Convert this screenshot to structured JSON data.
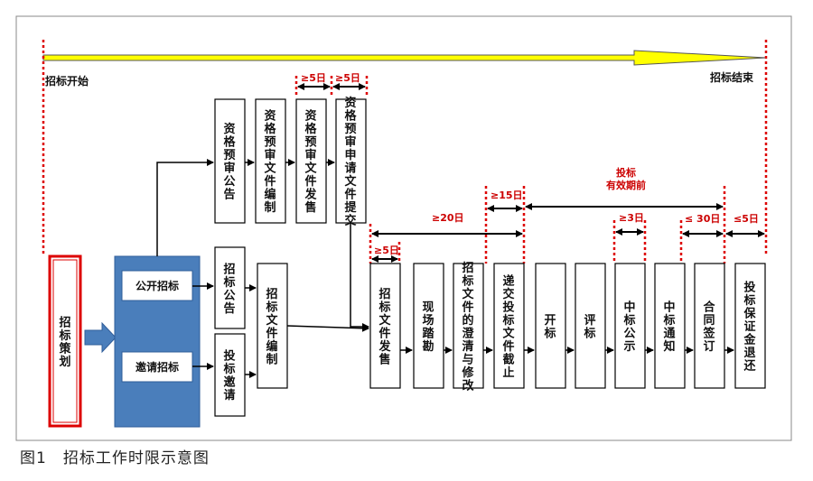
{
  "figure_caption": "图1　招标工作时限示意图",
  "timeline": {
    "start_label": "招标开始",
    "end_label": "招标结束"
  },
  "planning": "招标策划",
  "methods": {
    "open": "公开招标",
    "invite": "邀请招标"
  },
  "top_row": [
    "资格预审公告",
    "资格预审文件编制",
    "资格预审文件发售",
    "资格预审申请文件提交"
  ],
  "mid_row": {
    "announce": "招标公告",
    "invitation": "投标邀请",
    "compile": "招标文件编制"
  },
  "main_row": [
    "招标文件发售",
    "现场踏勘",
    "招标文件的澄清与修改",
    "递交投标文件截止",
    "开标",
    "评标",
    "中标公示",
    "中标通知",
    "合同签订",
    "投标保证金退还"
  ],
  "durations": {
    "presale": "≥5日",
    "prequal_submit": "≥5日",
    "sale": "≥5日",
    "bid_prep": "≥20日",
    "clarify": "≥15日",
    "validity": "投标\n有效期前",
    "publicity": "≥3日",
    "contract": "≤ 30日",
    "refund": "≤5日"
  },
  "colors": {
    "timeline_arrow": "#ffff00",
    "method_panel": "#4a7ebb",
    "flow_arrow": "#4a7ebb",
    "dotted_guides": "#dd0000",
    "planning_border": "#dd0000"
  }
}
